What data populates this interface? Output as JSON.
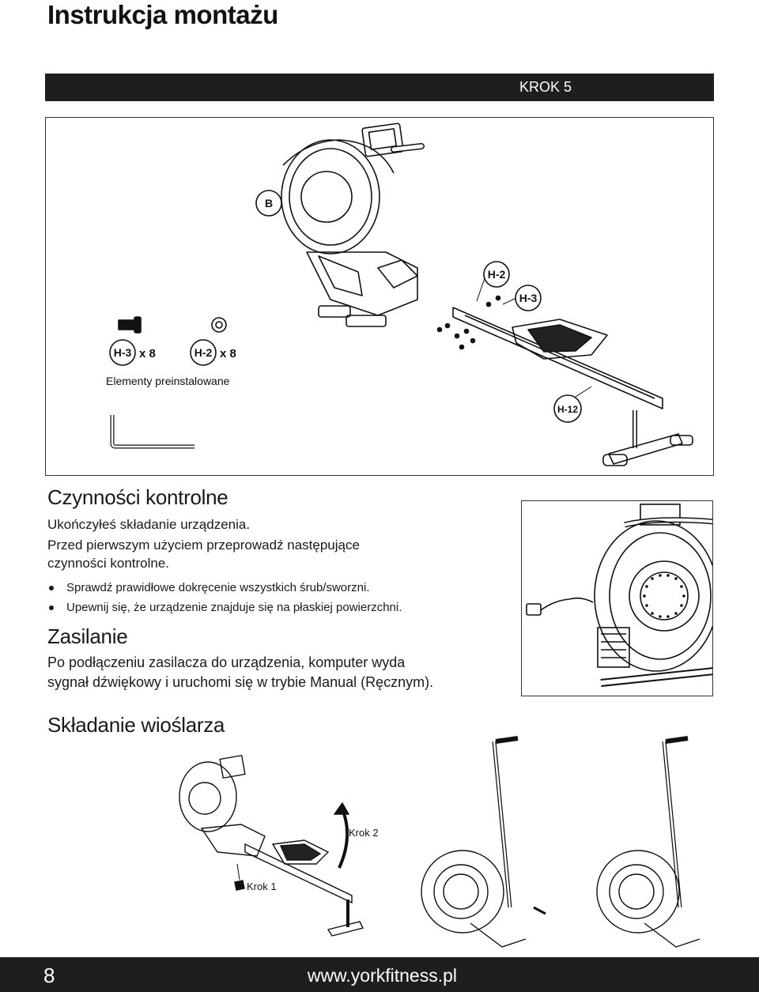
{
  "header": {
    "title": "Instrukcja montażu"
  },
  "step": {
    "label": "KROK 5"
  },
  "figure": {
    "callout_b": "B",
    "callout_h2": "H-2",
    "callout_h3": "H-3",
    "callout_h12": "H-12",
    "parts": [
      {
        "code": "H-3",
        "qty": "x 8"
      },
      {
        "code": "H-2",
        "qty": "x 8"
      }
    ],
    "preinstalled_label": "Elementy preinstalowane"
  },
  "checks": {
    "title": "Czynności kontrolne",
    "intro_line1": "Ukończyłeś składanie urządzenia.",
    "intro_line2": "Przed pierwszym użyciem przeprowadź następujące",
    "intro_line3": "czynności kontrolne.",
    "bullets": [
      "Sprawdź prawidłowe dokręcenie wszystkich śrub/sworzni.",
      "Upewnij się, że urządzenie znajduje się na płaskiej powierzchni."
    ]
  },
  "power": {
    "title": "Zasilanie",
    "line1": "Po podłączeniu zasilacza do urządzenia, komputer wyda",
    "line2": "sygnał dźwiękowy i uruchomi się w trybie Manual (Ręcznym)."
  },
  "folding": {
    "title": "Składanie wioślarza",
    "step1": "Krok 1",
    "step2": "Krok 2"
  },
  "footer": {
    "page": "8",
    "website": "www.yorkfitness.pl"
  }
}
